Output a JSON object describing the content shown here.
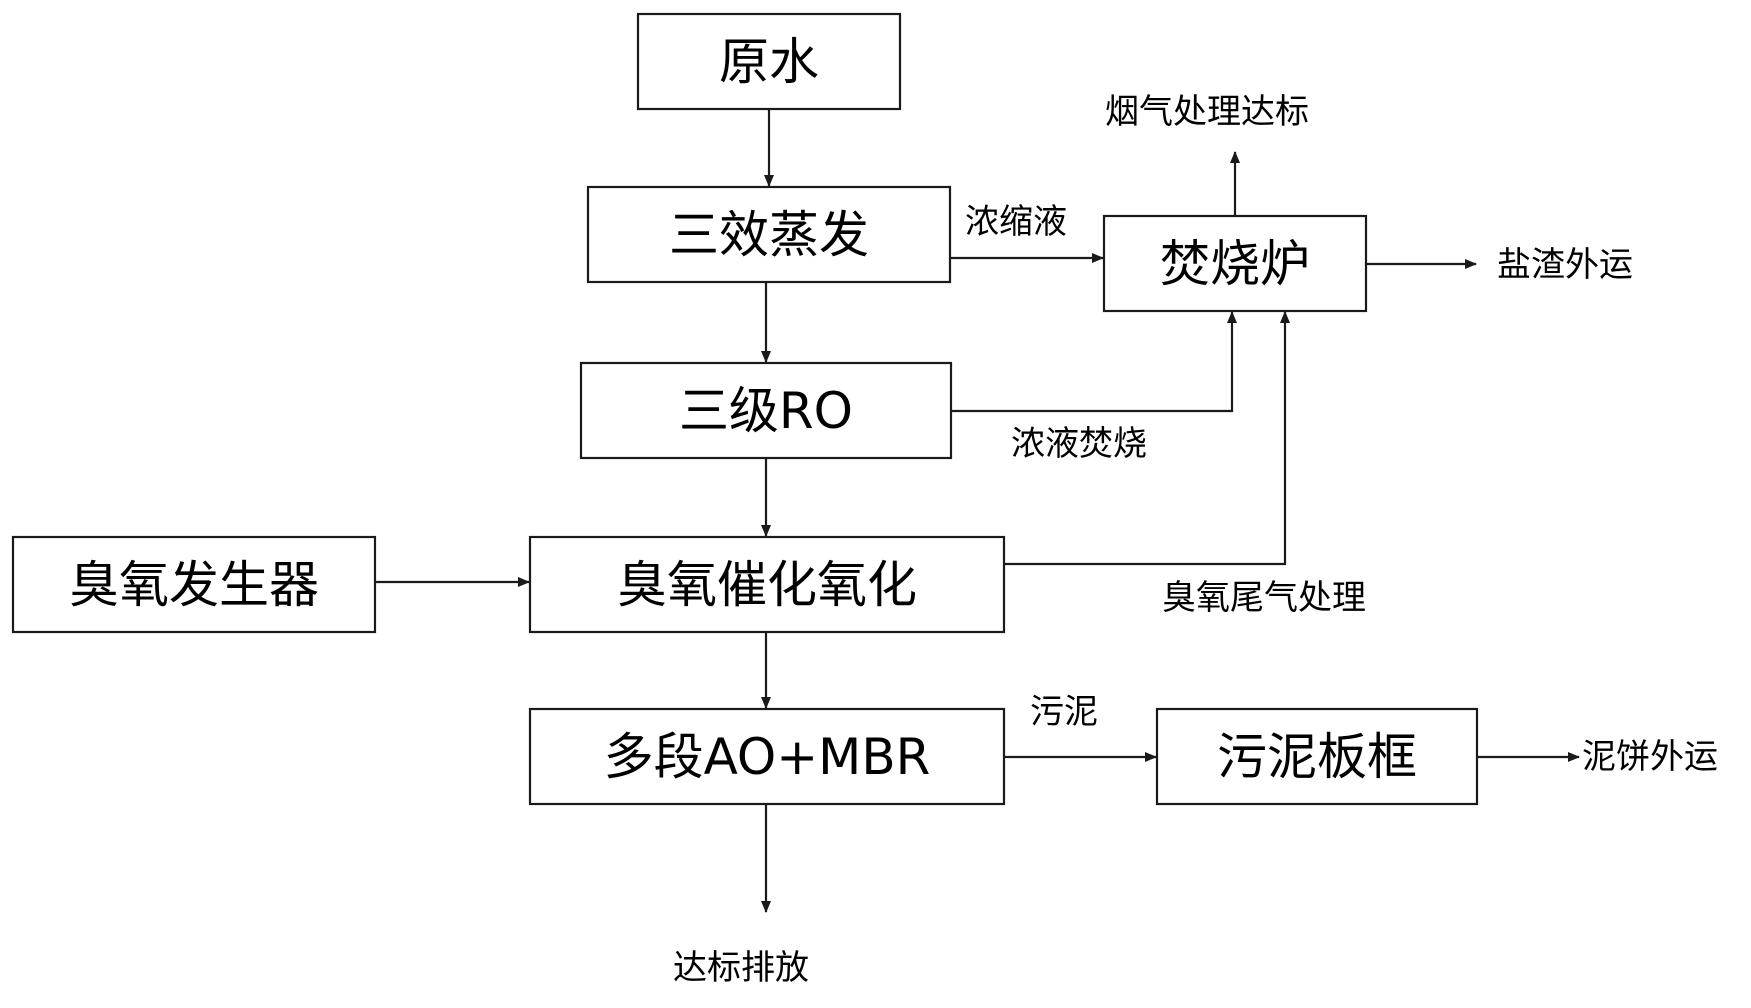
{
  "nodes": {
    "raw_water": "原水",
    "triple_effect_evaporation": "三效蒸发",
    "three_stage_ro": "三级RO",
    "ozone_catalytic_oxidation": "臭氧催化氧化",
    "multistage_ao_mbr": "多段AO+MBR",
    "ozone_generator": "臭氧发生器",
    "incinerator": "焚烧炉",
    "sludge_filter_press": "污泥板框"
  },
  "labels": {
    "flue_gas_treated": "烟气处理达标",
    "concentrate": "浓缩液",
    "salt_residue_transport": "盐渣外运",
    "concentrate_incineration": "浓液焚烧",
    "ozone_tail_gas_treatment": "臭氧尾气处理",
    "sludge": "污泥",
    "sludge_cake_transport": "泥饼外运",
    "compliant_discharge": "达标排放"
  }
}
